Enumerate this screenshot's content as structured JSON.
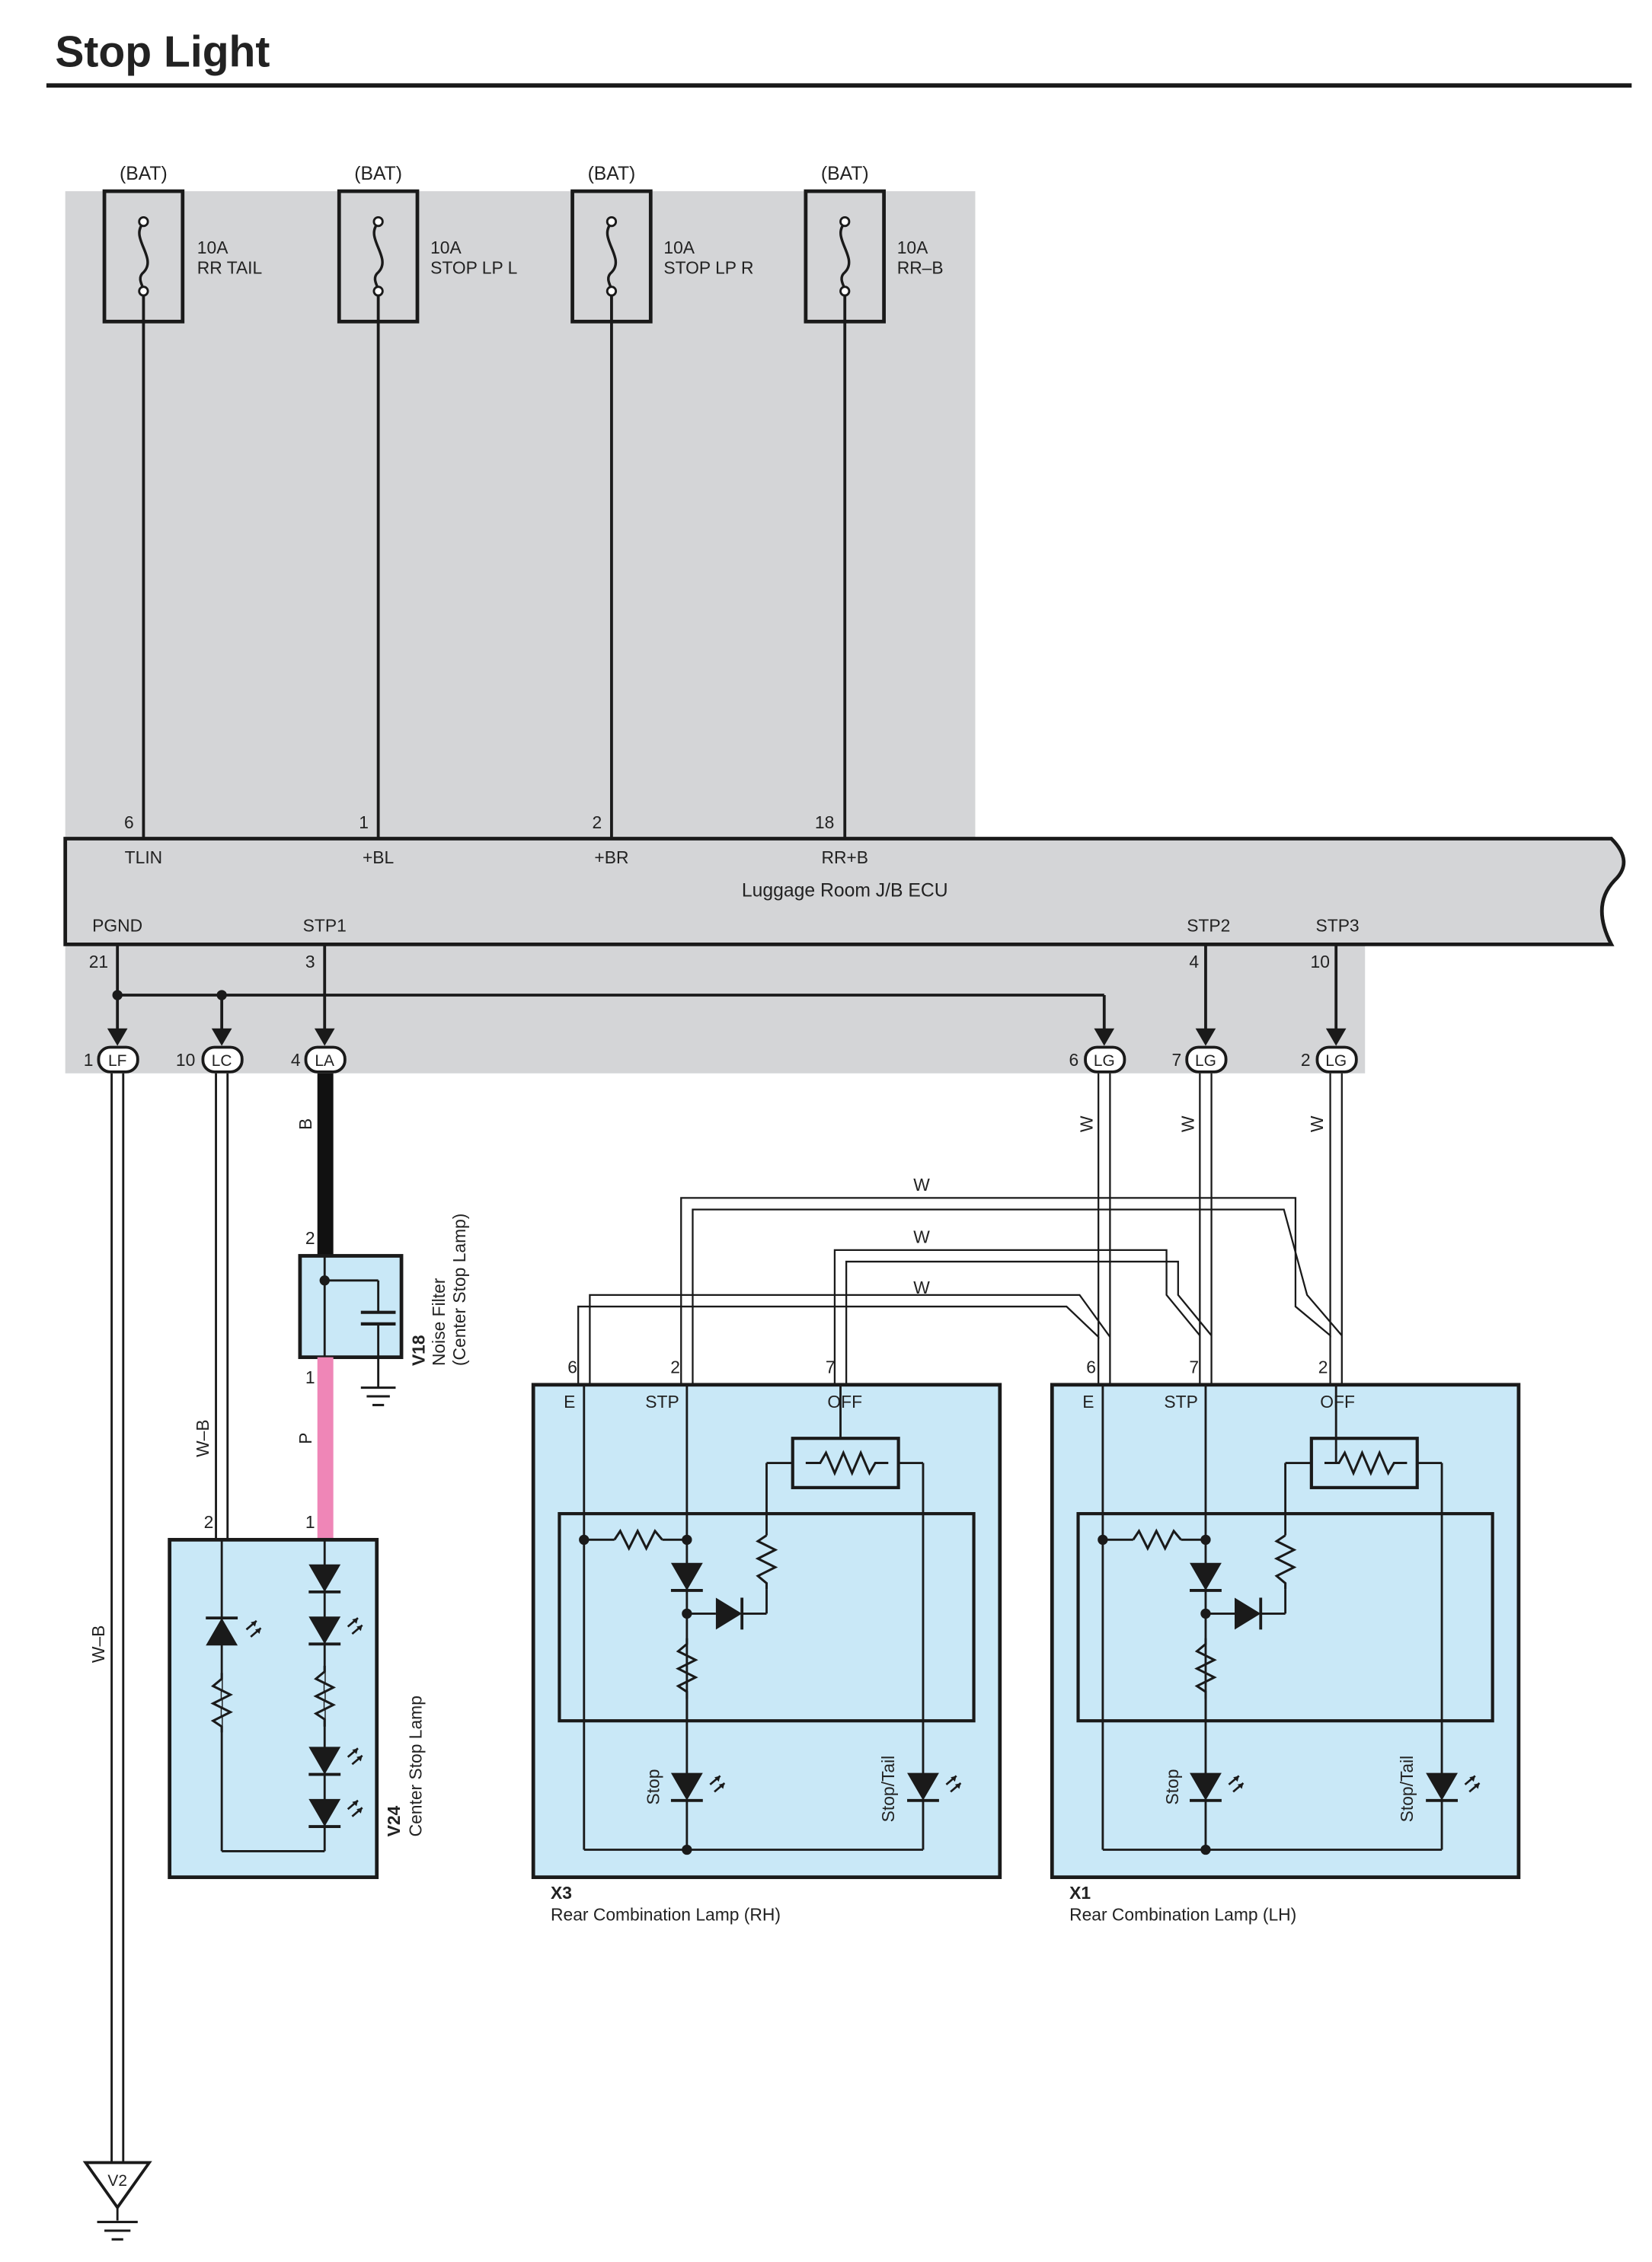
{
  "page": {
    "title": "Stop Light"
  },
  "colors": {
    "jb_gray": "#d4d5d7",
    "component_blue": "#c9e8f7",
    "wire_black": "#111111",
    "wire_pink": "#ef86b7",
    "line": "#1a1a1a"
  },
  "fuses": [
    {
      "source": "(BAT)",
      "amp": "10A",
      "name": "RR TAIL",
      "pin": "6",
      "terminal": "TLIN"
    },
    {
      "source": "(BAT)",
      "amp": "10A",
      "name": "STOP LP L",
      "pin": "1",
      "terminal": "+BL"
    },
    {
      "source": "(BAT)",
      "amp": "10A",
      "name": "STOP LP R",
      "pin": "2",
      "terminal": "+BR"
    },
    {
      "source": "(BAT)",
      "amp": "10A",
      "name": "RR–B",
      "pin": "18",
      "terminal": "RR+B"
    }
  ],
  "ecu": {
    "name": "Luggage Room J/B ECU",
    "outputs": [
      {
        "terminal": "PGND",
        "pin": "21"
      },
      {
        "terminal": "STP1",
        "pin": "3"
      },
      {
        "terminal": "STP2",
        "pin": "4"
      },
      {
        "terminal": "STP3",
        "pin": "10"
      }
    ]
  },
  "connectors": [
    {
      "pin": "1",
      "code": "LF"
    },
    {
      "pin": "10",
      "code": "LC"
    },
    {
      "pin": "4",
      "code": "LA"
    },
    {
      "pin": "6",
      "code": "LG"
    },
    {
      "pin": "7",
      "code": "LG"
    },
    {
      "pin": "2",
      "code": "LG"
    }
  ],
  "wires": {
    "w_b": "W–B",
    "b": "B",
    "p": "P",
    "w": "W"
  },
  "components": {
    "noise_filter": {
      "id": "V18",
      "name": "Noise Filter",
      "sub": "(Center Stop Lamp)",
      "pin_top": "2",
      "pin_bottom": "1"
    },
    "center_stop": {
      "id": "V24",
      "name": "Center Stop Lamp",
      "pin_left": "2",
      "pin_right": "1"
    },
    "rear_rh": {
      "id": "X3",
      "name": "Rear Combination Lamp (RH)",
      "pins": [
        "6",
        "2",
        "7"
      ],
      "labels": [
        "E",
        "STP",
        "OFF"
      ],
      "lamp1": "Stop",
      "lamp2": "Stop/Tail"
    },
    "rear_lh": {
      "id": "X1",
      "name": "Rear Combination Lamp (LH)",
      "pins": [
        "6",
        "7",
        "2"
      ],
      "labels": [
        "E",
        "STP",
        "OFF"
      ],
      "lamp1": "Stop",
      "lamp2": "Stop/Tail"
    }
  },
  "ground": {
    "code": "V2"
  }
}
